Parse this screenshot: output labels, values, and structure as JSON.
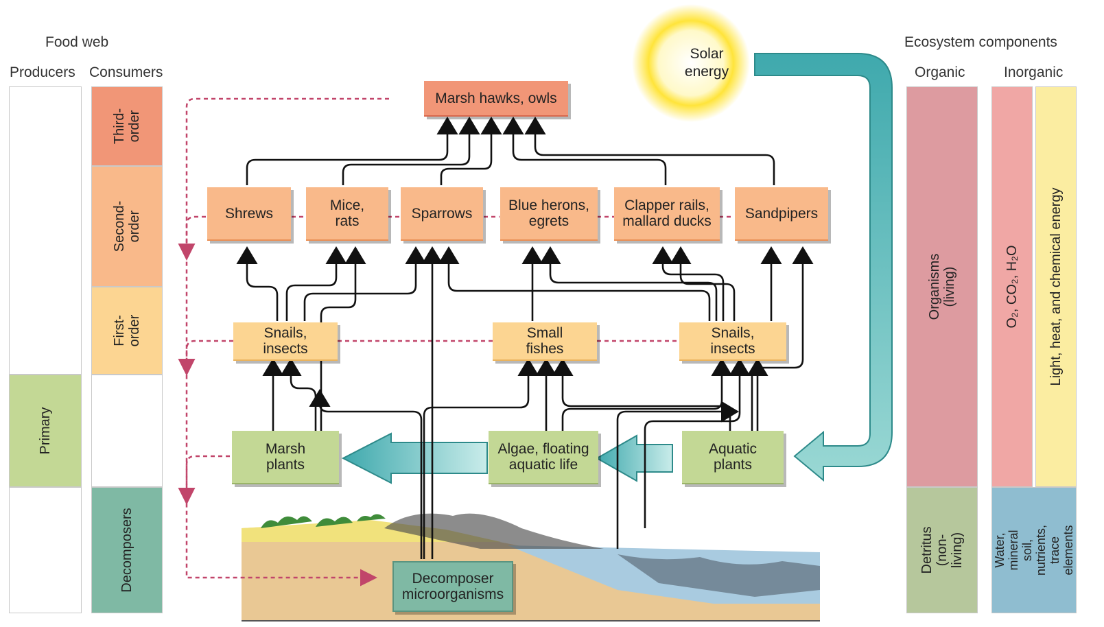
{
  "headers": {
    "food_web": "Food web",
    "producers": "Producers",
    "consumers": "Consumers",
    "ecosystem_components": "Ecosystem components",
    "organic": "Organic",
    "inorganic": "Inorganic"
  },
  "left_columns": {
    "primary": "Primary",
    "third_order": "Third-\norder",
    "second_order": "Second-\norder",
    "first_order": "First-\norder",
    "decomposers": "Decomposers"
  },
  "right_columns": {
    "organisms": "Organisms\n(living)",
    "detritus": "Detritus\n(non-living)",
    "gases": "O₂, CO₂, H₂O",
    "energy": "Light, heat, and chemical energy",
    "water": "Water,\nmineral soil,\nnutrients,\ntrace elements"
  },
  "sun": {
    "label": "Solar\nenergy"
  },
  "nodes": {
    "marsh_hawks": "Marsh hawks, owls",
    "shrews": "Shrews",
    "mice": "Mice,\nrats",
    "sparrows": "Sparrows",
    "herons": "Blue herons,\negrets",
    "rails": "Clapper rails,\nmallard ducks",
    "sandpipers": "Sandpipers",
    "snails_left": "Snails,\ninsects",
    "small_fishes": "Small\nfishes",
    "snails_right": "Snails,\ninsects",
    "marsh_plants": "Marsh\nplants",
    "algae": "Algae, floating\naquatic life",
    "aquatic_plants": "Aquatic\nplants",
    "decomposer": "Decomposer\nmicroorganisms"
  },
  "colors": {
    "third_order": "#f19677",
    "second_order": "#f9b98a",
    "first_order": "#fcd592",
    "producer": "#c3d895",
    "decomposer": "#7fb9a4",
    "organisms": "#dd9ba0",
    "gases": "#f0a7a5",
    "energy": "#fbeda1",
    "water": "#8fbdd0",
    "detritus": "#b6c79c",
    "sun": "#ffe74a",
    "energy_arrow": "#5fbfbf",
    "dashed_arrow": "#c1456a"
  }
}
